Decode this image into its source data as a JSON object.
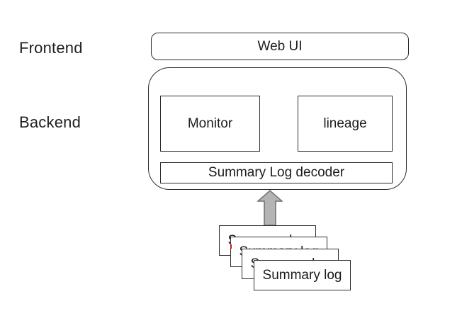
{
  "diagram": {
    "labels": {
      "frontend": "Frontend",
      "backend": "Backend"
    },
    "frontend": {
      "web_ui": "Web UI"
    },
    "backend": {
      "monitor": "Monitor",
      "lineage": "lineage",
      "decoder": "Summary Log decoder"
    },
    "log_stack": {
      "label": "Summary log",
      "copies": 4
    },
    "icons": {
      "up_arrow": "up-arrow-icon"
    },
    "colors": {
      "background": "#ffffff",
      "line": "#2d2d2d",
      "text": "#1c1c1c",
      "arrow_fill": "#b4b4b4",
      "arrow_stroke": "#6f6f6f",
      "artifact_red": "#d01818"
    }
  }
}
